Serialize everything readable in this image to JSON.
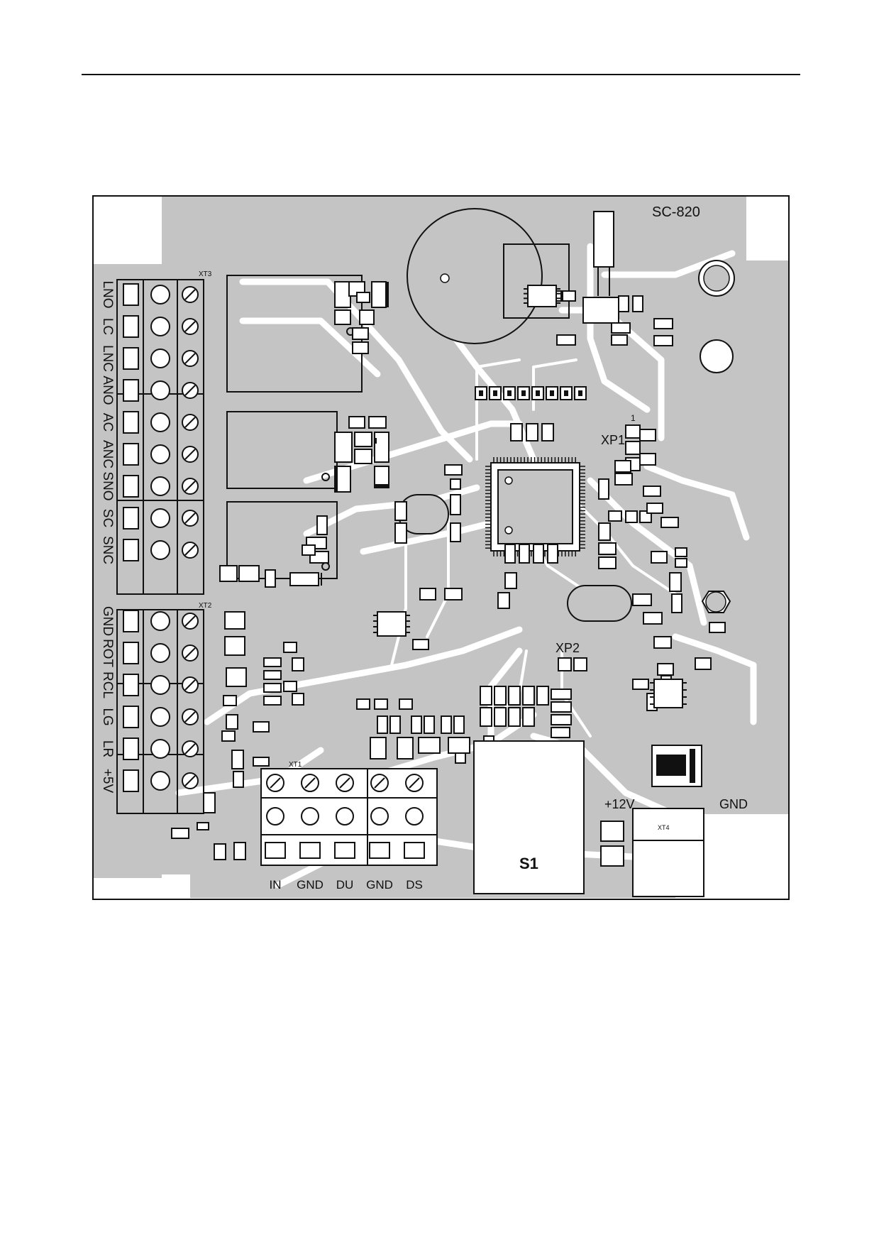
{
  "board": {
    "title": "SC-820",
    "connectors": {
      "xt1": "XT1",
      "xt2": "XT2",
      "xt3": "XT3",
      "xt4": "XT4",
      "xp1": "XP1",
      "xp1_pin": "1",
      "xp2": "XP2"
    },
    "switch_label": "S1",
    "power": {
      "plus12": "+12V",
      "gnd": "GND"
    },
    "left_terminals": [
      "LNO",
      "LC",
      "LNC",
      "ANO",
      "AC",
      "ANC",
      "SNO",
      "SC",
      "SNC",
      "GND",
      "ROT",
      "RCL",
      "LG",
      "LR",
      "+5V"
    ],
    "bottom_terminals": [
      "IN",
      "GND",
      "DU",
      "GND",
      "DS"
    ]
  },
  "colors": {
    "copper_fill": "#c4c4c4",
    "trace": "#ffffff",
    "silkscreen": "#111111"
  }
}
